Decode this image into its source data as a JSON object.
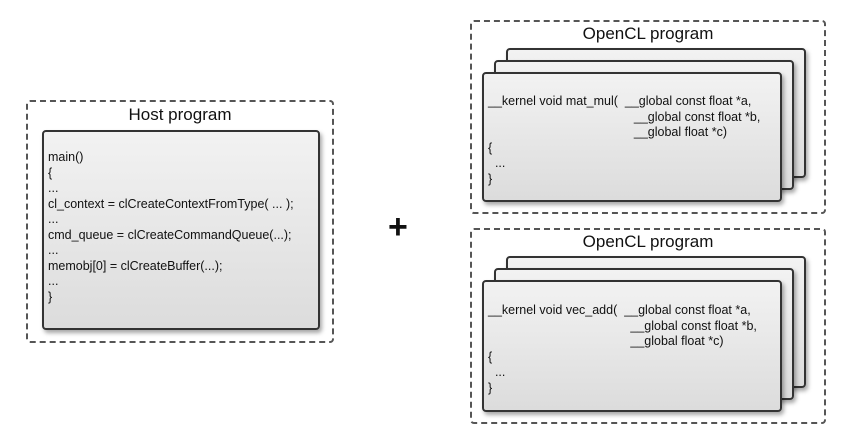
{
  "host": {
    "title": "Host program",
    "code": "main()\n{\n...\ncl_context = clCreateContextFromType( ... );\n...\ncmd_queue = clCreateCommandQueue(...);\n...\nmemobj[0] = clCreateBuffer(...);\n...\n}"
  },
  "plus": "+",
  "opencl_top": {
    "title": "OpenCL program",
    "code": "__kernel void mat_mul(  __global const float *a,\n                                          __global const float *b,\n                                          __global float *c)\n{\n  ...\n}"
  },
  "opencl_bottom": {
    "title": "OpenCL program",
    "code": "__kernel void vec_add(  __global const float *a,\n                                         __global const float *b,\n                                         __global float *c)\n{\n  ...\n}"
  }
}
